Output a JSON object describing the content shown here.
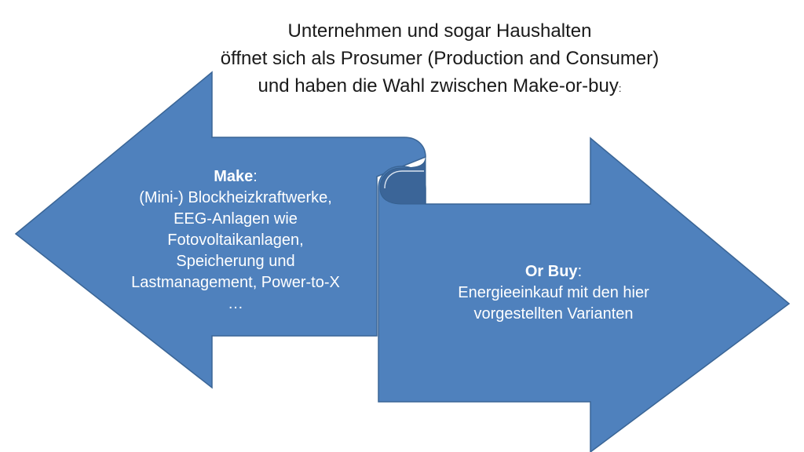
{
  "title": {
    "line1": "Unternehmen und sogar Haushalten",
    "line2": "öffnet sich als Prosumer (Production and Consumer)",
    "line3": "und haben die Wahl zwischen Make-or-buy",
    "line3_suffix": ":"
  },
  "make": {
    "heading": "Make",
    "heading_suffix": ":",
    "lines": [
      "(Mini-) Blockheizkraftwerke,",
      "EEG-Anlagen wie",
      "Fotovoltaikanlagen,",
      "Speicherung und",
      "Lastmanagement, Power-to-X",
      "…"
    ]
  },
  "buy": {
    "heading": "Or Buy",
    "heading_suffix": ":",
    "lines": [
      "Energieeinkauf mit den hier",
      "vorgestellten Varianten"
    ]
  },
  "colors": {
    "arrow_fill": "#4f81bd",
    "arrow_stroke": "#3a6596",
    "curl_fill": "#3b6598",
    "text_on_arrow": "#ffffff",
    "title_text": "#1a1a1a",
    "background": "#ffffff"
  }
}
